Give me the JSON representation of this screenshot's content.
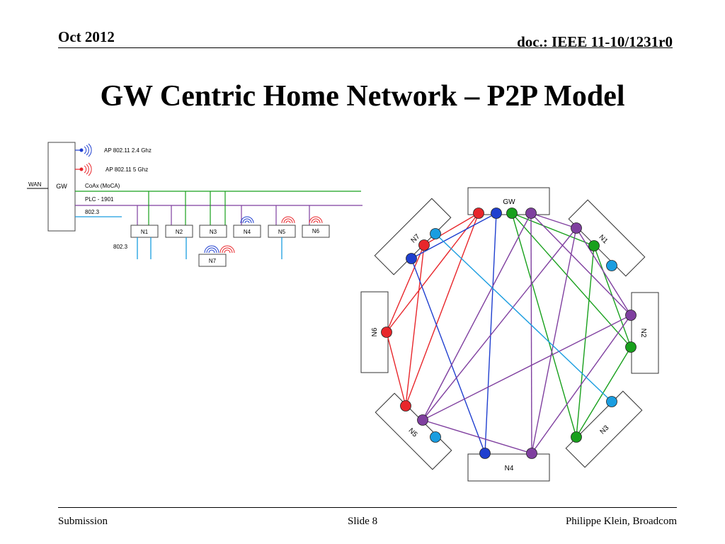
{
  "header": {
    "date": "Oct 2012",
    "doc_id": "doc.: IEEE 11-10/1231r0"
  },
  "title": "GW Centric Home Network – P2P Model",
  "footer": {
    "left": "Submission",
    "center": "Slide 8",
    "right": "Philippe Klein, Broadcom"
  },
  "left_diagram": {
    "gateway_label": "GW",
    "wan_label": "WAN",
    "ap_24_label": "AP 802.11 2.4 Ghz",
    "ap_5_label": "AP 802.11 5 Ghz",
    "coax_label": "CoAx (MoCA)",
    "plc_label": "PLC - 1901",
    "eth_label": "802.3",
    "eth_label_lower": "802.3",
    "nodes": [
      "N1",
      "N2",
      "N3",
      "N4",
      "N5",
      "N6"
    ],
    "n7_label": "N7"
  },
  "right_diagram": {
    "gateway_label": "GW",
    "nodes": [
      "N1",
      "N2",
      "N3",
      "N4",
      "N5",
      "N6",
      "N7"
    ]
  },
  "colors": {
    "wifi_24": "#1f3fcf",
    "wifi_5": "#e8262b",
    "coax": "#18a01c",
    "plc": "#7f3f9f",
    "ethernet": "#1a9de0"
  }
}
